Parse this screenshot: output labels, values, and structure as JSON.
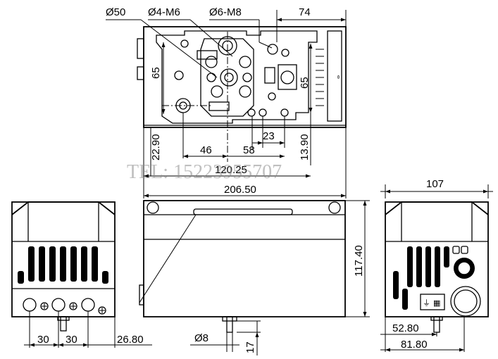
{
  "labels": {
    "hole_d50": "Ø50",
    "hole_4m6": "Ø4-M6",
    "hole_6m8": "Ø6-M8",
    "dim_74": "74",
    "dim_65_left": "65",
    "dim_65_right": "65",
    "dim_23": "23",
    "dim_46": "46",
    "dim_58": "58",
    "dim_22_90": "22.90",
    "dim_13_90": "13.90",
    "dim_120_25": "120.25",
    "dim_206_50": "206.50",
    "dim_107": "107",
    "dim_117_40": "117.40",
    "dim_30_a": "30",
    "dim_30_b": "30",
    "dim_26_80": "26.80",
    "dim_d8": "Ø8",
    "dim_17": "17",
    "dim_52_80": "52.80",
    "dim_81_80": "81.80",
    "watermark": "TEL: 15223955707"
  }
}
